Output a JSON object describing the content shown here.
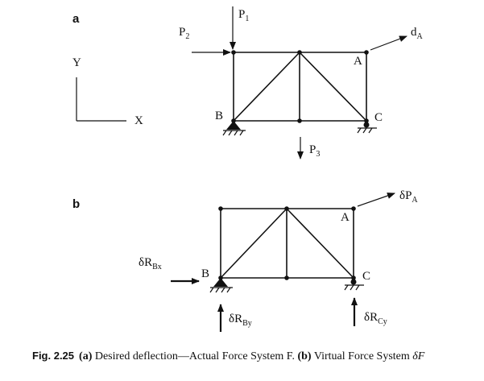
{
  "panel_a": {
    "label": "a",
    "axis_y": "Y",
    "axis_x": "X",
    "load_p1": "P",
    "load_p1_sub": "1",
    "load_p2": "P",
    "load_p2_sub": "2",
    "load_p3": "P",
    "load_p3_sub": "3",
    "deflection": "d",
    "deflection_sub": "A",
    "node_a": "A",
    "node_b": "B",
    "node_c": "C"
  },
  "panel_b": {
    "label": "b",
    "virtual_load": "δP",
    "virtual_load_sub": "A",
    "reaction_bx": "δR",
    "reaction_bx_sub": "Bx",
    "reaction_by": "δR",
    "reaction_by_sub": "By",
    "reaction_cy": "δR",
    "reaction_cy_sub": "Cy",
    "node_a": "A",
    "node_b": "B",
    "node_c": "C"
  },
  "caption": {
    "fig": "Fig. 2.25",
    "a_tag": "(a)",
    "a_text": " Desired deflection—Actual Force System F. ",
    "b_tag": "(b)",
    "b_text": " Virtual Force System  ",
    "symbol": "δF"
  }
}
